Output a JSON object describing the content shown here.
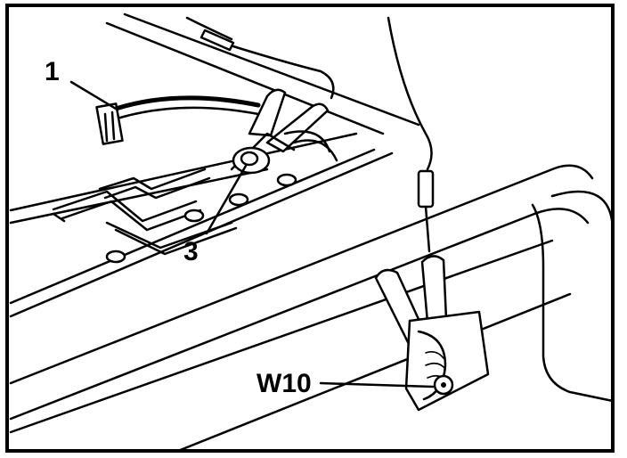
{
  "callouts": {
    "c1": "1",
    "c3": "3",
    "w10": "W10"
  },
  "colors": {
    "ink": "#000000",
    "paper": "#ffffff"
  }
}
